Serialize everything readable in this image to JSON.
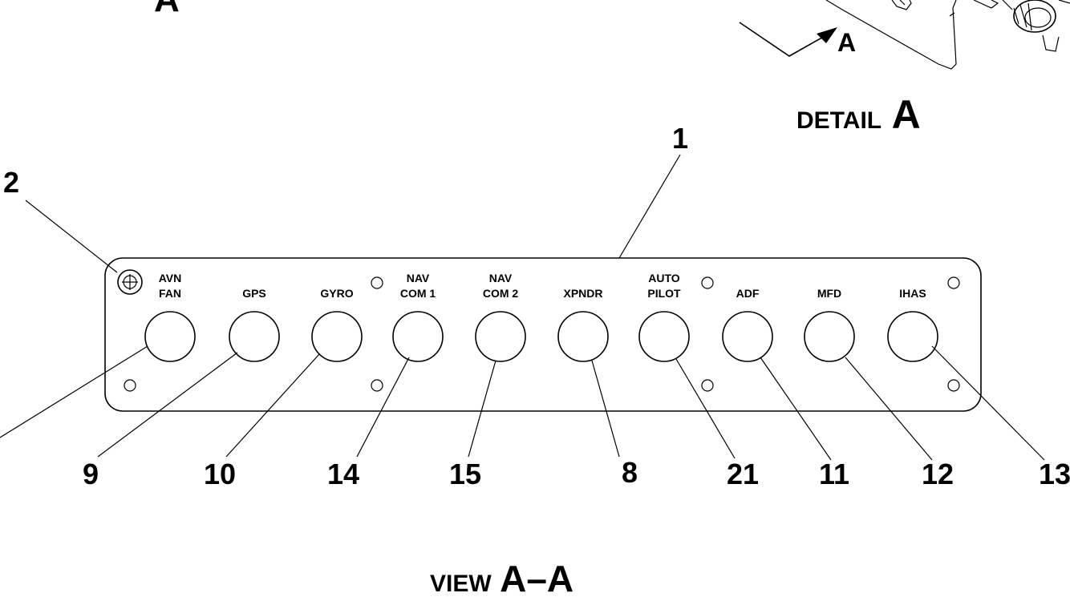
{
  "partial_top_label": "A",
  "detail_arrow_label": "A",
  "detail_title": {
    "word": "DETAIL",
    "letter": "A"
  },
  "view_title": {
    "word": "VIEW",
    "letters": "A–A"
  },
  "panel_callout": "1",
  "screw_callout": "2",
  "breakers": [
    {
      "line1": "AVN",
      "line2": "FAN",
      "callout": ""
    },
    {
      "line1": "",
      "line2": "GPS",
      "callout": "9"
    },
    {
      "line1": "",
      "line2": "GYRO",
      "callout": "10"
    },
    {
      "line1": "NAV",
      "line2": "COM 1",
      "callout": "14"
    },
    {
      "line1": "NAV",
      "line2": "COM 2",
      "callout": "15"
    },
    {
      "line1": "",
      "line2": "XPNDR",
      "callout": "8"
    },
    {
      "line1": "AUTO",
      "line2": "PILOT",
      "callout": "21"
    },
    {
      "line1": "",
      "line2": "ADF",
      "callout": "11"
    },
    {
      "line1": "",
      "line2": "MFD",
      "callout": "12"
    },
    {
      "line1": "",
      "line2": "IHAS",
      "callout": "13"
    }
  ]
}
